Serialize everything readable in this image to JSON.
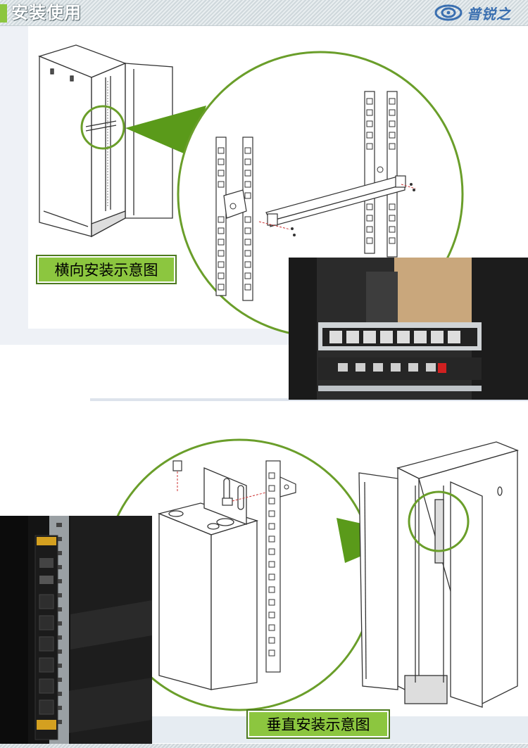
{
  "header": {
    "title": "安装使用",
    "brand": "普锐之",
    "accent_color": "#8cc63f"
  },
  "horizontal_section": {
    "caption": "横向安装示意图",
    "diagram_icon": "rack-cabinet-icon",
    "photo_icon": "horizontal-pdu-photo"
  },
  "vertical_section": {
    "caption": "垂直安装示意图",
    "diagram_icon": "rack-cabinet-icon",
    "photo_icon": "vertical-pdu-photo"
  },
  "colors": {
    "caption_fill": "#8cc63f",
    "caption_border": "#4d7a1f",
    "arrow_green": "#5a9a1a",
    "panel_bg": "#eef1f6"
  }
}
